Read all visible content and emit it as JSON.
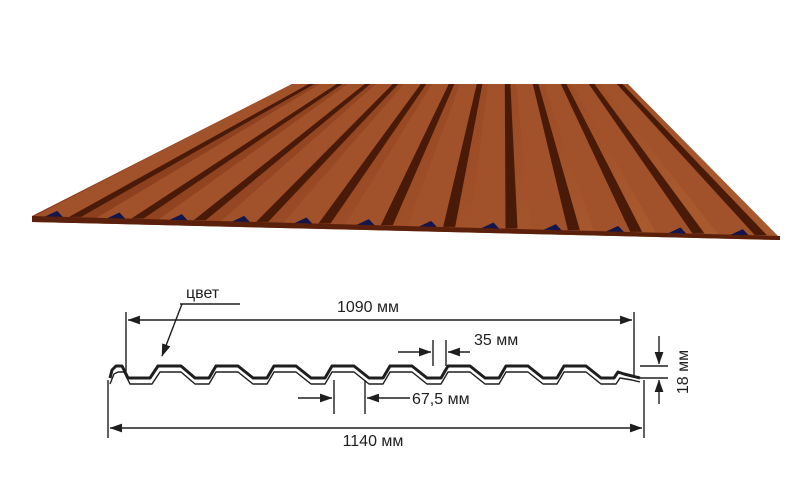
{
  "product": {
    "colors": {
      "sheet_base": "#8a3d1b",
      "sheet_light": "#a2522a",
      "sheet_rib": "#6b2a10",
      "sheet_shadow": "#4a1a08",
      "sheet_edge_dark": "#12164a",
      "line": "#1e1e1e"
    }
  },
  "dimensions": {
    "color_label": "цвет",
    "cover_width": "1090 мм",
    "full_width": "1140 мм",
    "rib_top": "35 мм",
    "rib_bottom": "67,5 мм",
    "height": "18 мм"
  }
}
